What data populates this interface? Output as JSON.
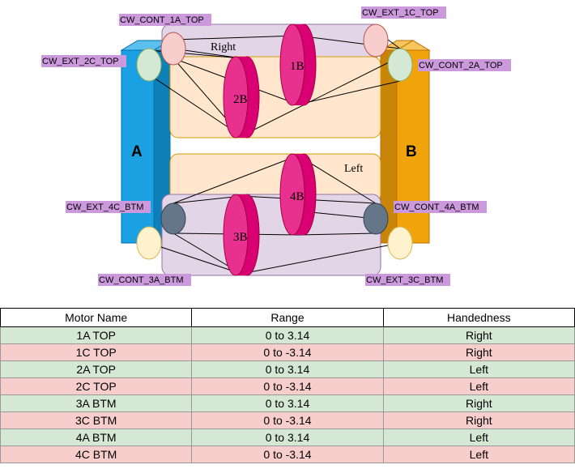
{
  "diagram": {
    "side_a": "A",
    "side_b": "B",
    "region_top": "Right",
    "region_bottom": "Left",
    "motors": {
      "m1b": "1B",
      "m2b": "2B",
      "m3b": "3B",
      "m4b": "4B"
    },
    "tags": {
      "cont_1a_top": "CW_CONT_1A_TOP",
      "ext_1c_top": "CW_EXT_1C_TOP",
      "ext_2c_top": "CW_EXT_2C_TOP",
      "cont_2a_top": "CW_CONT_2A_TOP",
      "ext_4c_btm": "CW_EXT_4C_BTM",
      "cont_4a_btm": "CW_CONT_4A_BTM",
      "cont_3a_btm": "CW_CONT_3A_BTM",
      "ext_3c_btm": "CW_EXT_3C_BTM"
    },
    "colors": {
      "blue": "#1ba1e2",
      "orange": "#f0a30a",
      "magenta": "#d80073",
      "peach": "#ffe6cc",
      "lavender": "#e1d5e7",
      "tag_bg": "#cc99dd"
    }
  },
  "table": {
    "headers": [
      "Motor Name",
      "Range",
      "Handedness"
    ],
    "rows": [
      {
        "name": "1A  TOP",
        "range": "0 to 3.14",
        "hand": "Right",
        "color": "green"
      },
      {
        "name": "1C  TOP",
        "range": "0 to -3.14",
        "hand": "Right",
        "color": "pink"
      },
      {
        "name": "2A TOP",
        "range": "0 to 3.14",
        "hand": "Left",
        "color": "green"
      },
      {
        "name": "2C TOP",
        "range": "0 to -3.14",
        "hand": "Left",
        "color": "pink"
      },
      {
        "name": "3A BTM",
        "range": "0 to 3.14",
        "hand": "Right",
        "color": "green"
      },
      {
        "name": "3C BTM",
        "range": "0 to -3.14",
        "hand": "Right",
        "color": "pink"
      },
      {
        "name": "4A BTM",
        "range": "0 to 3.14",
        "hand": "Left",
        "color": "green"
      },
      {
        "name": "4C BTM",
        "range": "0 to -3.14",
        "hand": "Left",
        "color": "pink"
      }
    ]
  }
}
